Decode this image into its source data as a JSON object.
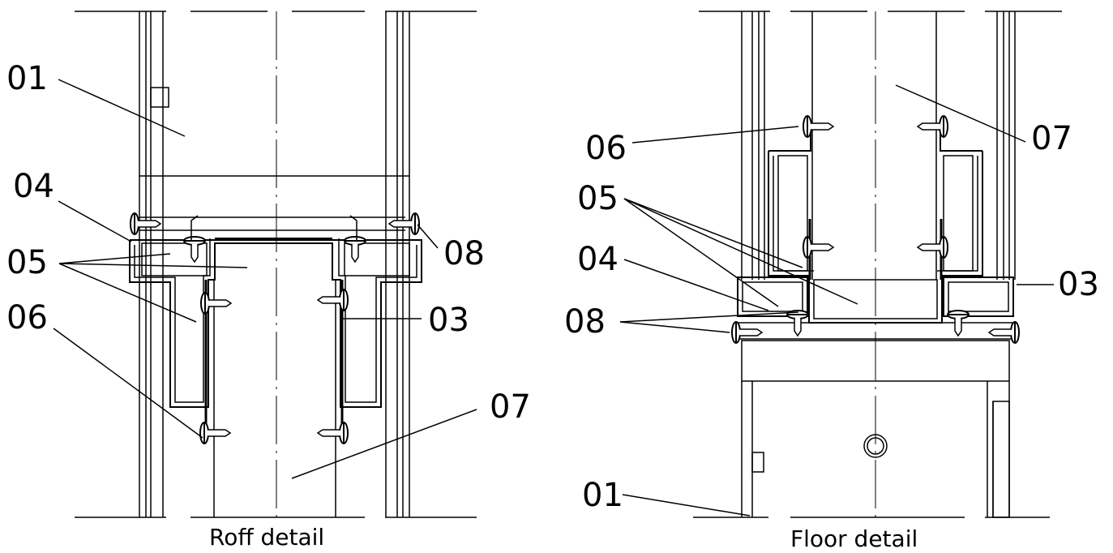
{
  "left_detail": {
    "caption": "Roff detail",
    "callouts": {
      "c01": "01",
      "c04": "04",
      "c05": "05",
      "c06": "06",
      "c08": "08",
      "c03": "03",
      "c07": "07"
    }
  },
  "right_detail": {
    "caption": "Floor detail",
    "callouts": {
      "c06": "06",
      "c07": "07",
      "c05": "05",
      "c04": "04",
      "c03": "03",
      "c08": "08",
      "c01": "01"
    }
  }
}
